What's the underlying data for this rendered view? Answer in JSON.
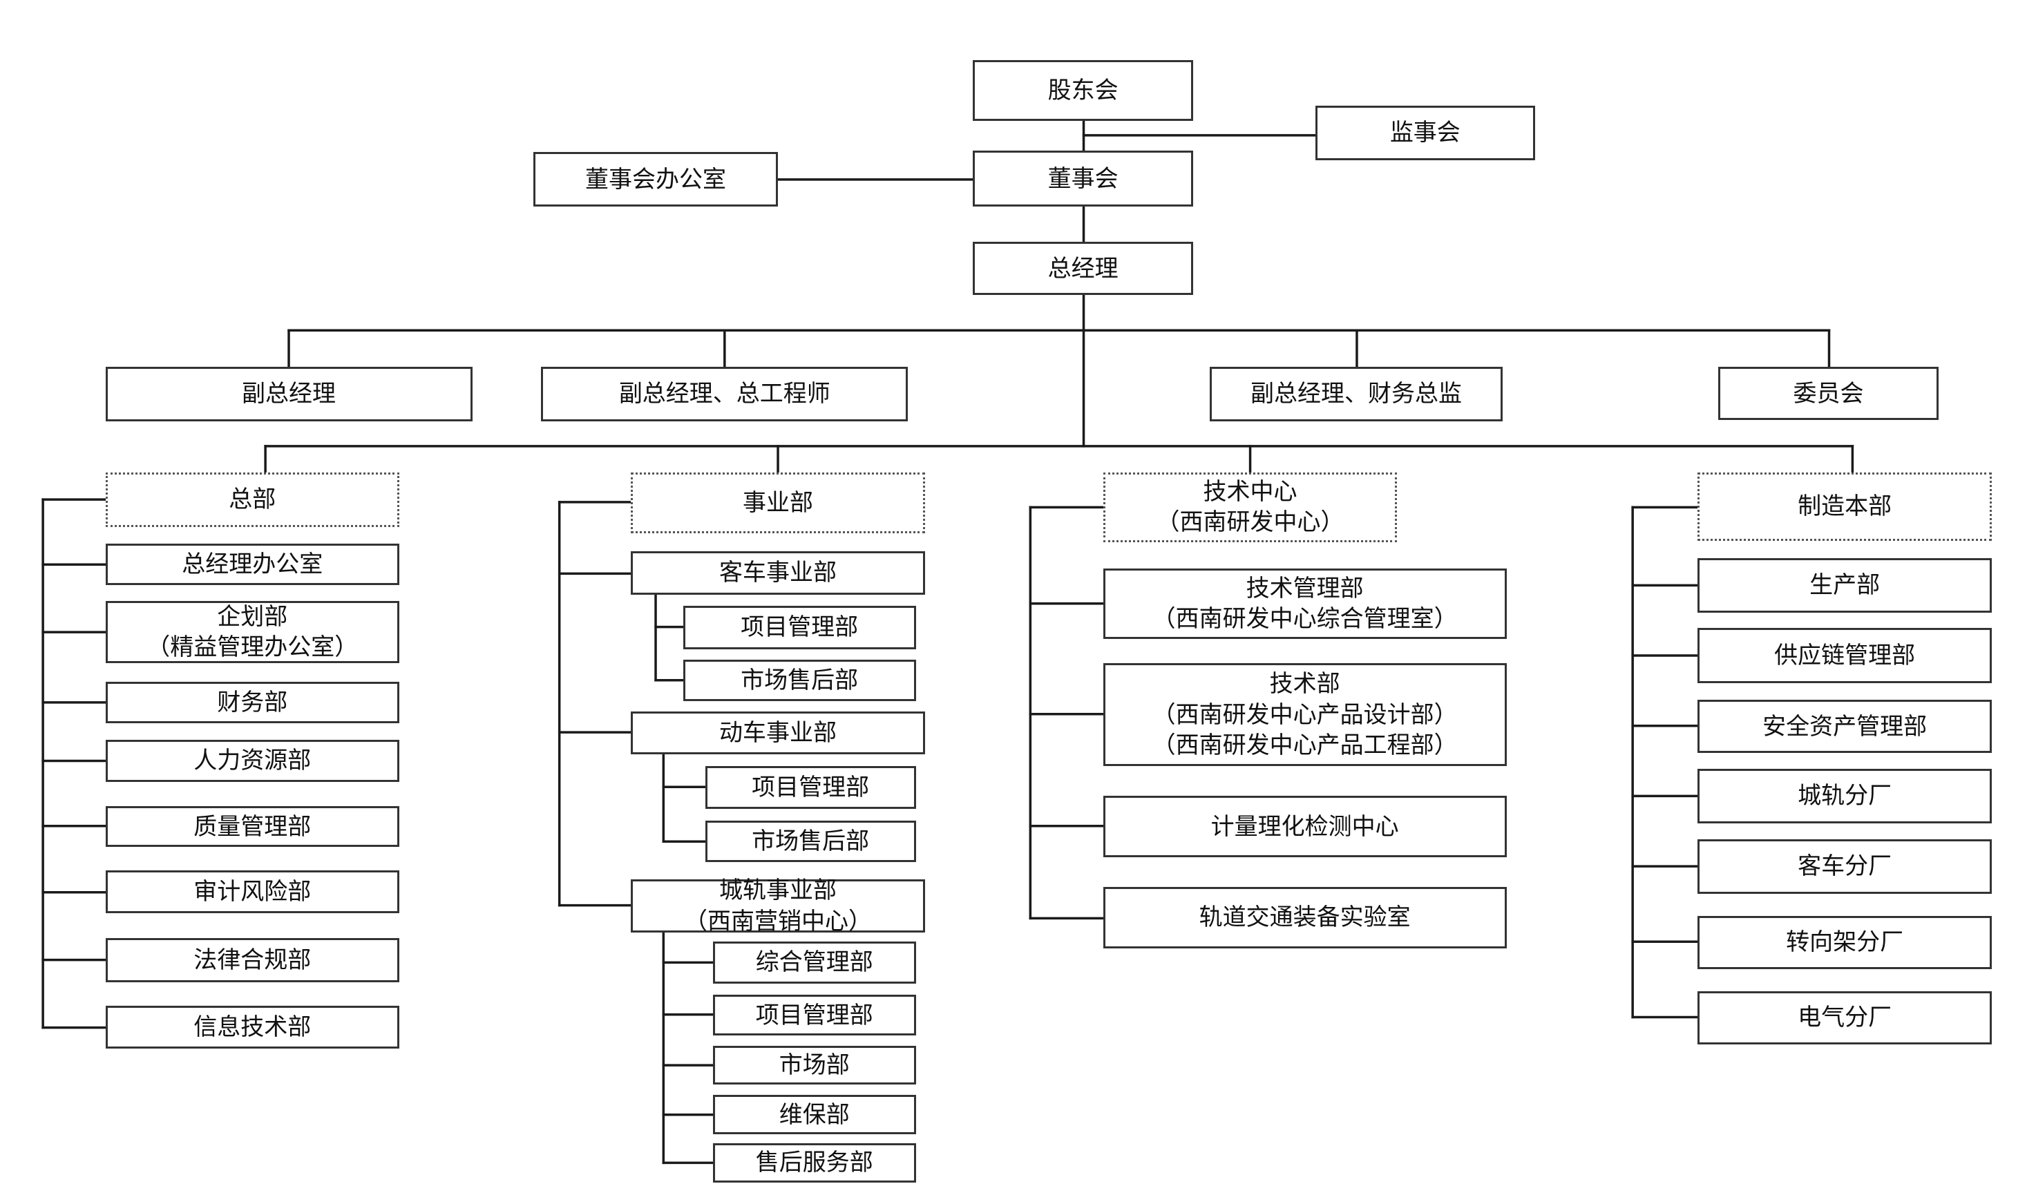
{
  "colors": {
    "box_border": "#333333",
    "connector": "#1a1a1a",
    "text": "#111111",
    "background": "#ffffff"
  },
  "nodes": {
    "shareholders": {
      "lines": [
        "股东会"
      ]
    },
    "supervisors": {
      "lines": [
        "监事会"
      ]
    },
    "board": {
      "lines": [
        "董事会"
      ]
    },
    "board_office": {
      "lines": [
        "董事会办公室"
      ]
    },
    "gm": {
      "lines": [
        "总经理"
      ]
    },
    "vgm1": {
      "lines": [
        "副总经理"
      ]
    },
    "vgm2": {
      "lines": [
        "副总经理、总工程师"
      ]
    },
    "vgm3": {
      "lines": [
        "副总经理、财务总监"
      ]
    },
    "committee": {
      "lines": [
        "委员会"
      ]
    },
    "hq": {
      "lines": [
        "总部"
      ]
    },
    "hq1": {
      "lines": [
        "总经理办公室"
      ]
    },
    "hq2": {
      "lines": [
        "企划部",
        "（精益管理办公室）"
      ]
    },
    "hq3": {
      "lines": [
        "财务部"
      ]
    },
    "hq4": {
      "lines": [
        "人力资源部"
      ]
    },
    "hq5": {
      "lines": [
        "质量管理部"
      ]
    },
    "hq6": {
      "lines": [
        "审计风险部"
      ]
    },
    "hq7": {
      "lines": [
        "法律合规部"
      ]
    },
    "hq8": {
      "lines": [
        "信息技术部"
      ]
    },
    "bu": {
      "lines": [
        "事业部"
      ]
    },
    "bu_pc": {
      "lines": [
        "客车事业部"
      ]
    },
    "bu_pc1": {
      "lines": [
        "项目管理部"
      ]
    },
    "bu_pc2": {
      "lines": [
        "市场售后部"
      ]
    },
    "bu_emu": {
      "lines": [
        "动车事业部"
      ]
    },
    "bu_emu1": {
      "lines": [
        "项目管理部"
      ]
    },
    "bu_emu2": {
      "lines": [
        "市场售后部"
      ]
    },
    "bu_urt": {
      "lines": [
        "城轨事业部",
        "（西南营销中心）"
      ]
    },
    "bu_urt1": {
      "lines": [
        "综合管理部"
      ]
    },
    "bu_urt2": {
      "lines": [
        "项目管理部"
      ]
    },
    "bu_urt3": {
      "lines": [
        "市场部"
      ]
    },
    "bu_urt4": {
      "lines": [
        "维保部"
      ]
    },
    "bu_urt5": {
      "lines": [
        "售后服务部"
      ]
    },
    "tc": {
      "lines": [
        "技术中心",
        "（西南研发中心）"
      ]
    },
    "tc1": {
      "lines": [
        "技术管理部",
        "（西南研发中心综合管理室）"
      ]
    },
    "tc2": {
      "lines": [
        "技术部",
        "（西南研发中心产品设计部）",
        "（西南研发中心产品工程部）"
      ]
    },
    "tc3": {
      "lines": [
        "计量理化检测中心"
      ]
    },
    "tc4": {
      "lines": [
        "轨道交通装备实验室"
      ]
    },
    "mfg": {
      "lines": [
        "制造本部"
      ]
    },
    "mfg1": {
      "lines": [
        "生产部"
      ]
    },
    "mfg2": {
      "lines": [
        "供应链管理部"
      ]
    },
    "mfg3": {
      "lines": [
        "安全资产管理部"
      ]
    },
    "mfg4": {
      "lines": [
        "城轨分厂"
      ]
    },
    "mfg5": {
      "lines": [
        "客车分厂"
      ]
    },
    "mfg6": {
      "lines": [
        "转向架分厂"
      ]
    },
    "mfg7": {
      "lines": [
        "电气分厂"
      ]
    }
  }
}
